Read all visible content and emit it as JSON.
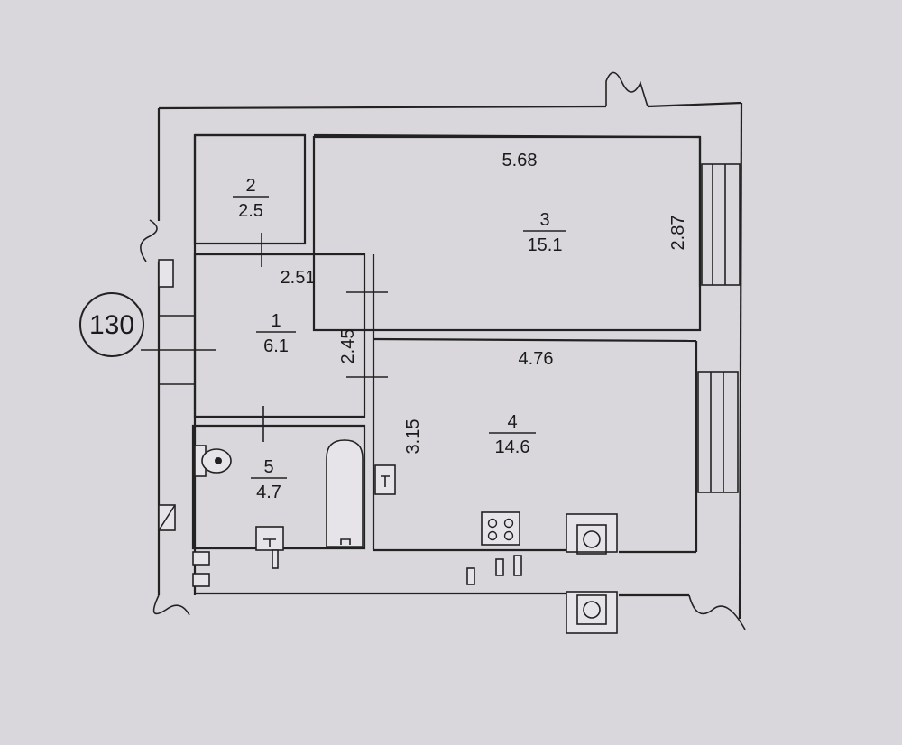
{
  "apartment_number": "130",
  "rooms": [
    {
      "number": "1",
      "area": "6.1"
    },
    {
      "number": "2",
      "area": "2.5"
    },
    {
      "number": "3",
      "area": "15.1"
    },
    {
      "number": "4",
      "area": "14.6"
    },
    {
      "number": "5",
      "area": "4.7"
    }
  ],
  "dimensions": {
    "room3_width": "5.68",
    "room3_depth": "2.87",
    "room1_width": "2.51",
    "room1_depth": "2.45",
    "room4_width": "4.76",
    "room4_depth": "3.15"
  }
}
